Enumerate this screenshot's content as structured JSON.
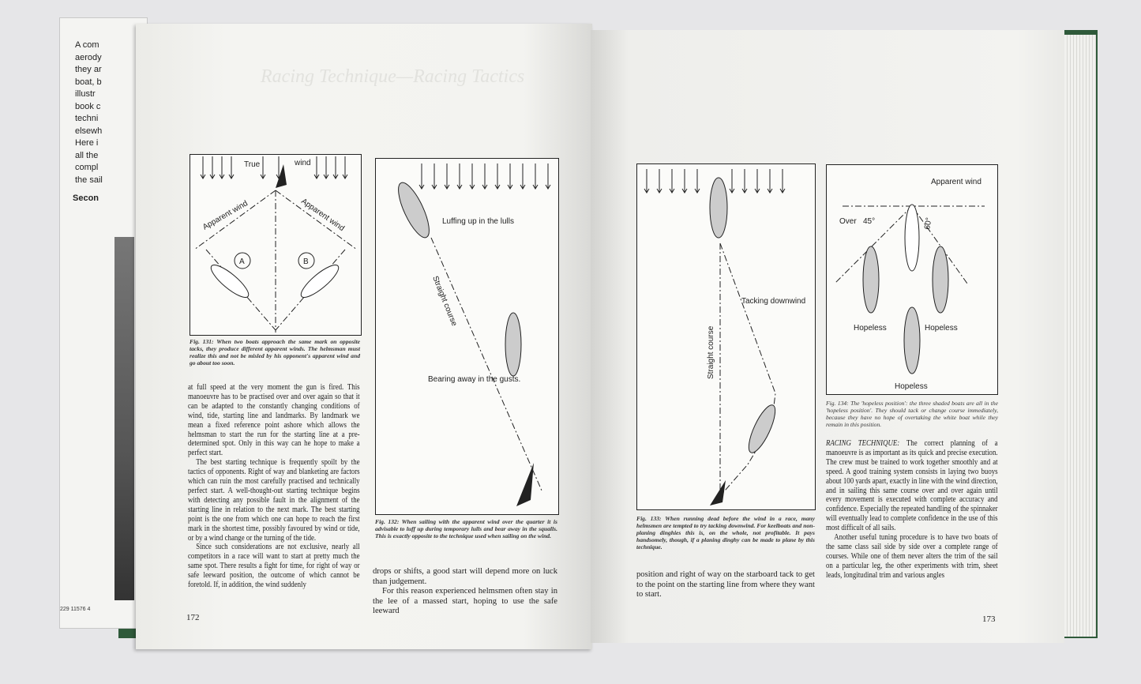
{
  "back_cover": {
    "text_lines": [
      "A com",
      "aerody",
      "they ar",
      "boat, b",
      "illustr",
      "book c",
      "techni",
      "elsewh",
      "Here i",
      "all the",
      "compl",
      "the sail"
    ],
    "subheading": "Secon",
    "isbn": "229 11576 4"
  },
  "left_page": {
    "running_head": "Racing Technique—Racing Tactics",
    "page_number": "172",
    "fig131": {
      "labels": {
        "true": "True",
        "wind": "wind",
        "apparent_wind_left": "Apparent wind",
        "apparent_wind_right": "Apparent wind",
        "a": "A",
        "b": "B"
      },
      "caption": "Fig. 131: When two boats approach the same mark on opposite tacks, they produce different apparent winds. The helmsman must realize this and not be misled by his opponent's apparent wind and go about too soon."
    },
    "fig132": {
      "labels": {
        "luffing": "Luffing up in the lulls",
        "straight": "Straight course",
        "bearing": "Bearing away in the gusts."
      },
      "caption": "Fig. 132: When sailing with the apparent wind over the quarter it is advisable to luff up during temporary lulls and bear away in the squalls. This is exactly opposite to the technique used when sailing on the wind."
    },
    "col1": [
      "at full speed at the very moment the gun is fired. This manoeuvre has to be practised over and over again so that it can be adapted to the constantly changing conditions of wind, tide, starting line and landmarks. By landmark we mean a fixed reference point ashore which allows the helmsman to start the run for the starting line at a pre-determined spot. Only in this way can he hope to make a perfect start.",
      "The best starting technique is frequently spoilt by the tactics of opponents. Right of way and blanketing are factors which can ruin the most carefully practised and technically perfect start. A well-thought-out starting technique begins with detecting any possible fault in the alignment of the starting line in relation to the next mark. The best starting point is the one from which one can hope to reach the first mark in the shortest time, possibly favoured by wind or tide, or by a wind change or the turning of the tide.",
      "Since such considerations are not exclusive, nearly all competitors in a race will want to start at pretty much the same spot. There results a fight for time, for right of way or safe leeward position, the outcome of which cannot be foretold. If, in addition, the wind suddenly"
    ],
    "col2": [
      "drops or shifts, a good start will depend more on luck than judgement.",
      "For this reason experienced helmsmen often stay in the lee of a massed start, hoping to use the safe leeward"
    ]
  },
  "right_page": {
    "page_number": "173",
    "fig133": {
      "labels": {
        "tacking": "Tacking downwind",
        "straight": "Straight course"
      },
      "caption": "Fig. 133: When running dead before the wind in a race, many helmsmen are tempted to try tacking downwind. For keelboats and non-planing dinghies this is, on the whole, not profitable. It pays handsomely, though, if a planing dinghy can be made to plane by this technique."
    },
    "fig134": {
      "labels": {
        "apparent": "Apparent wind",
        "over": "Over",
        "angle45": "45°",
        "angle60": "60°",
        "hopeless1": "Hopeless",
        "hopeless2": "Hopeless",
        "hopeless3": "Hopeless"
      },
      "caption": "Fig. 134: The 'hopeless position': the three shaded boats are all in the 'hopeless position'. They should tack or change course immediately, because they have no hope of overtaking the white boat while they remain in this position."
    },
    "col1": [
      "position and right of way on the starboard tack to get to the point on the starting line from where they want to start."
    ],
    "col2_heading": "RACING TECHNIQUE:",
    "col2": [
      "The correct planning of a manoeuvre is as important as its quick and precise execution. The crew must be trained to work together smoothly and at speed. A good training system consists in laying two buoys about 100 yards apart, exactly in line with the wind direction, and in sailing this same course over and over again until every movement is executed with complete accuracy and confidence. Especially the repeated handling of the spinnaker will eventually lead to complete confidence in the use of this most difficult of all sails.",
      "Another useful tuning procedure is to have two boats of the same class sail side by side over a complete range of courses. While one of them never alters the trim of the sail on a particular leg, the other experiments with trim, sheet leads, longitudinal trim and various angles"
    ]
  }
}
